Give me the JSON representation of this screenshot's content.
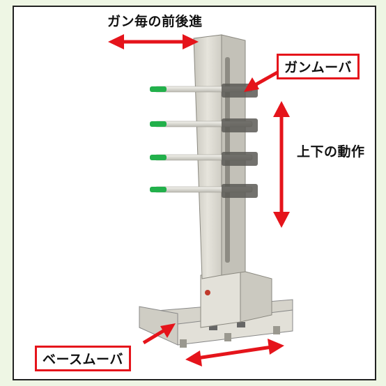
{
  "labels": {
    "gun_forward_back": "ガン毎の前後進",
    "gun_mover": "ガンムーバ",
    "up_down_motion": "上下の動作",
    "base_mover": "ベースムーバ"
  },
  "colors": {
    "arrow_red": "#e5141b",
    "nozzle_green": "#22b04b",
    "machine_body": "#dcdad2",
    "frame_border": "#222222",
    "page_background": "#eef6e4"
  }
}
